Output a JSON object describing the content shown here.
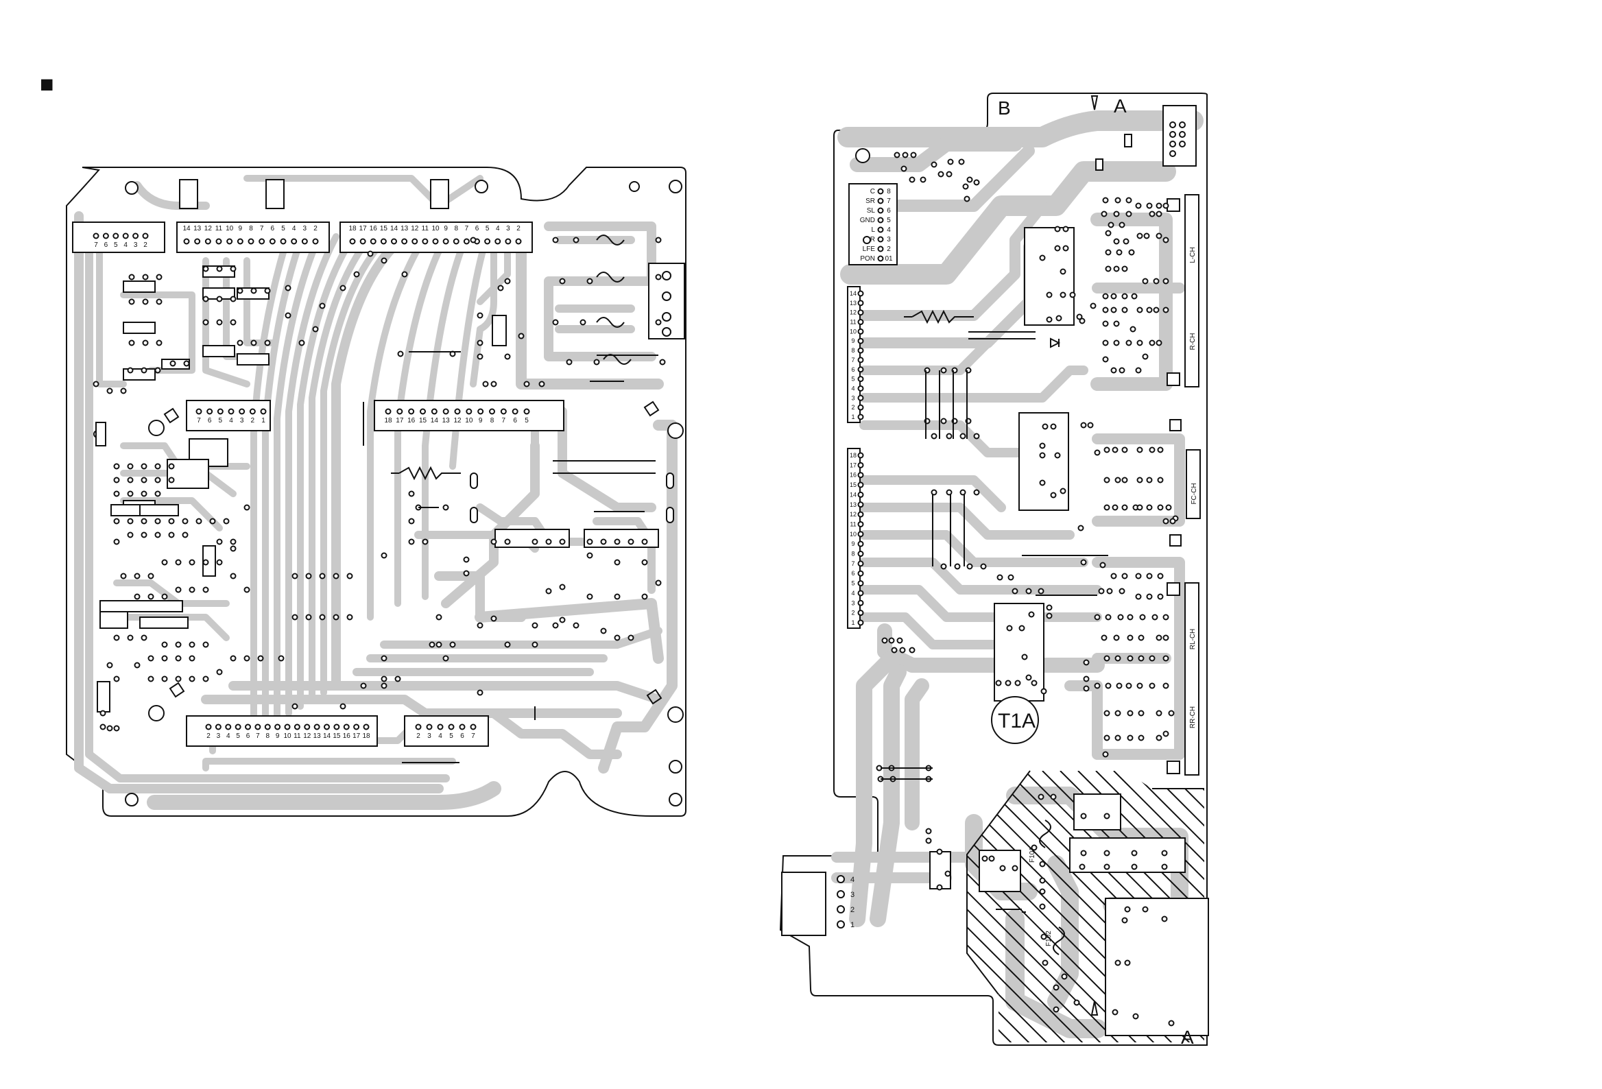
{
  "marker": "■",
  "board_b": {
    "labels": {
      "b": "B",
      "a_top": "A",
      "a_bottom": "A",
      "t1a": "T1A",
      "f101": "F101",
      "f102": "F102"
    },
    "terminal_labels": [
      "C",
      "SR",
      "SL",
      "GND",
      "L",
      "R",
      "LFE",
      "PON"
    ],
    "terminal_numbers": [
      "8",
      "7",
      "6",
      "5",
      "4",
      "3",
      "2",
      "01"
    ],
    "connector_14": [
      "14",
      "13",
      "12",
      "11",
      "10",
      "9",
      "8",
      "7",
      "6",
      "5",
      "4",
      "3",
      "2",
      "1"
    ],
    "connector_18": [
      "18",
      "17",
      "16",
      "15",
      "14",
      "13",
      "12",
      "11",
      "10",
      "9",
      "8",
      "7",
      "6",
      "5",
      "4",
      "3",
      "2",
      "1"
    ],
    "channel_labels": [
      "L-CH",
      "R-CH",
      "FC-CH",
      "RL-CH",
      "RR-CH"
    ],
    "power_connector": [
      "4",
      "3",
      "2",
      "1"
    ]
  },
  "board_a": {
    "top_left_connector": [
      "7",
      "6",
      "5",
      "4",
      "3",
      "2"
    ],
    "top_mid_connector": [
      "14",
      "13",
      "12",
      "11",
      "10",
      "9",
      "8",
      "7",
      "6",
      "5",
      "4",
      "3",
      "2"
    ],
    "top_right_connector": [
      "18",
      "17",
      "16",
      "15",
      "14",
      "13",
      "12",
      "11",
      "10",
      "9",
      "8",
      "7",
      "6",
      "5",
      "4",
      "3",
      "2"
    ],
    "mid_connector": [
      "18",
      "17",
      "16",
      "15",
      "14",
      "13",
      "12",
      "10",
      "9",
      "8",
      "7",
      "6",
      "5"
    ],
    "bottom_connector": [
      "2",
      "3",
      "4",
      "5",
      "6",
      "7",
      "8",
      "9",
      "10",
      "11",
      "12",
      "13",
      "14",
      "15",
      "16",
      "17",
      "18"
    ],
    "bottom_right_connector": [
      "2",
      "3",
      "4",
      "5",
      "6",
      "7"
    ],
    "left_connector": [
      "7",
      "6",
      "5",
      "4",
      "3",
      "2",
      "1"
    ]
  }
}
